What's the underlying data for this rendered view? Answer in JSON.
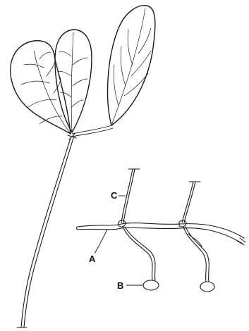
{
  "labels": {
    "a": "A",
    "b": "B",
    "c": "C"
  },
  "colors": {
    "ink": "#1a1a1a",
    "background": "#ffffff"
  }
}
